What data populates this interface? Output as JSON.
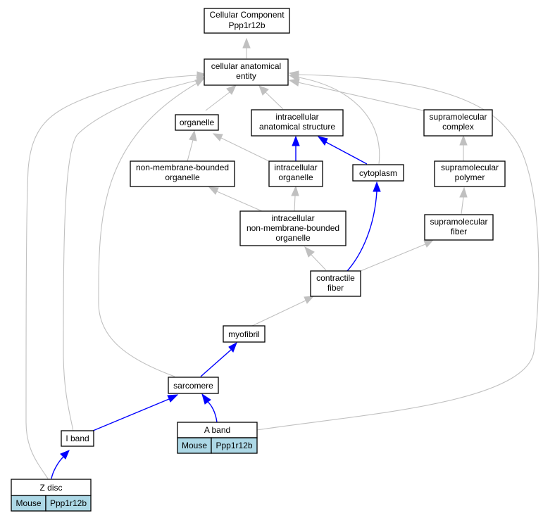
{
  "nodes": {
    "cellular_component": [
      "Cellular Component",
      "Ppp1r12b"
    ],
    "cellular_anatomical_entity": [
      "cellular anatomical",
      "entity"
    ],
    "organelle": [
      "organelle"
    ],
    "intracellular_anatomical_structure": [
      "intracellular",
      "anatomical structure"
    ],
    "supramolecular_complex": [
      "supramolecular",
      "complex"
    ],
    "non_membrane_bounded_organelle": [
      "non-membrane-bounded",
      "organelle"
    ],
    "intracellular_organelle": [
      "intracellular",
      "organelle"
    ],
    "cytoplasm": [
      "cytoplasm"
    ],
    "supramolecular_polymer": [
      "supramolecular",
      "polymer"
    ],
    "intracellular_nmb_organelle": [
      "intracellular",
      "non-membrane-bounded",
      "organelle"
    ],
    "supramolecular_fiber": [
      "supramolecular",
      "fiber"
    ],
    "contractile_fiber": [
      "contractile",
      "fiber"
    ],
    "myofibril": [
      "myofibril"
    ],
    "sarcomere": [
      "sarcomere"
    ],
    "i_band": [
      "I band"
    ],
    "a_band": {
      "title": "A band",
      "species": "Mouse",
      "gene": "Ppp1r12b"
    },
    "z_disc": {
      "title": "Z disc",
      "species": "Mouse",
      "gene": "Ppp1r12b"
    }
  },
  "colors": {
    "is_a_edge": "#c0c0c0",
    "part_of_edge": "#0000ff",
    "annotation_cell": "#add8e6"
  }
}
